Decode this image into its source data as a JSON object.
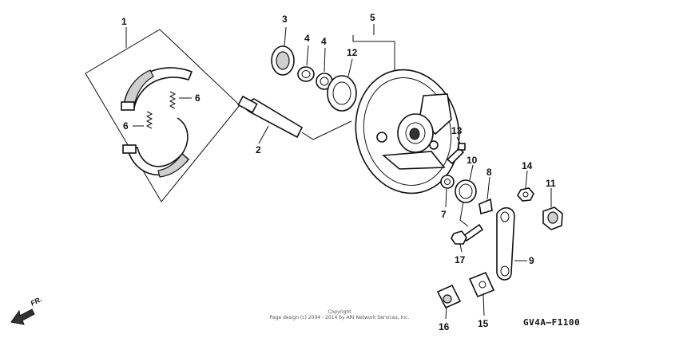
{
  "callouts": {
    "c1": "1",
    "c2": "2",
    "c3": "3",
    "c4a": "4",
    "c4b": "4",
    "c5": "5",
    "c6a": "6",
    "c6b": "6",
    "c7": "7",
    "c8": "8",
    "c9": "9",
    "c10": "10",
    "c11": "11",
    "c12": "12",
    "c13": "13",
    "c14": "14",
    "c15": "15",
    "c16": "16",
    "c17": "17"
  },
  "direction_label": "FR.",
  "copyright": {
    "line1": "Copyright",
    "line2": "Page design (c) 2004 - 2014 by ARI Network Services, Inc."
  },
  "diagram_code": "GV4A–F1100"
}
